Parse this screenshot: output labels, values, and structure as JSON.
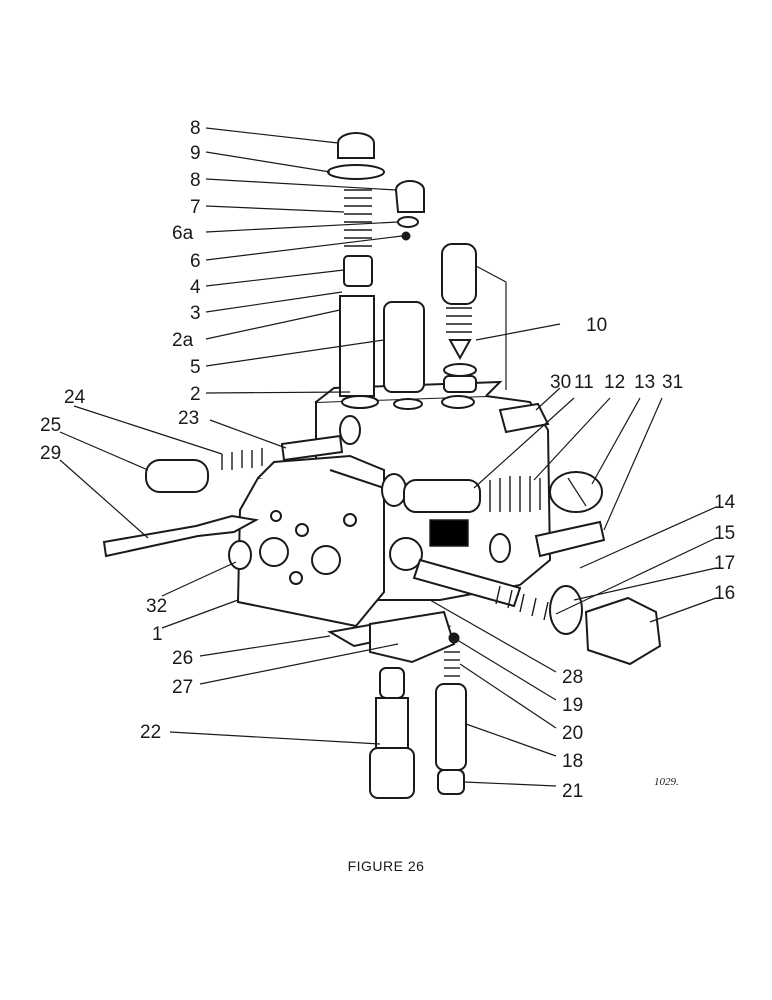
{
  "caption": "FIGURE 26",
  "ref_code": "1029.",
  "labels": [
    "8",
    "9",
    "8",
    "7",
    "6a",
    "6",
    "4",
    "3",
    "2a",
    "5",
    "2",
    "10",
    "30",
    "11",
    "12",
    "13",
    "31",
    "24",
    "23",
    "25",
    "29",
    "14",
    "15",
    "17",
    "16",
    "32",
    "1",
    "26",
    "27",
    "28",
    "19",
    "20",
    "18",
    "21",
    "22"
  ]
}
